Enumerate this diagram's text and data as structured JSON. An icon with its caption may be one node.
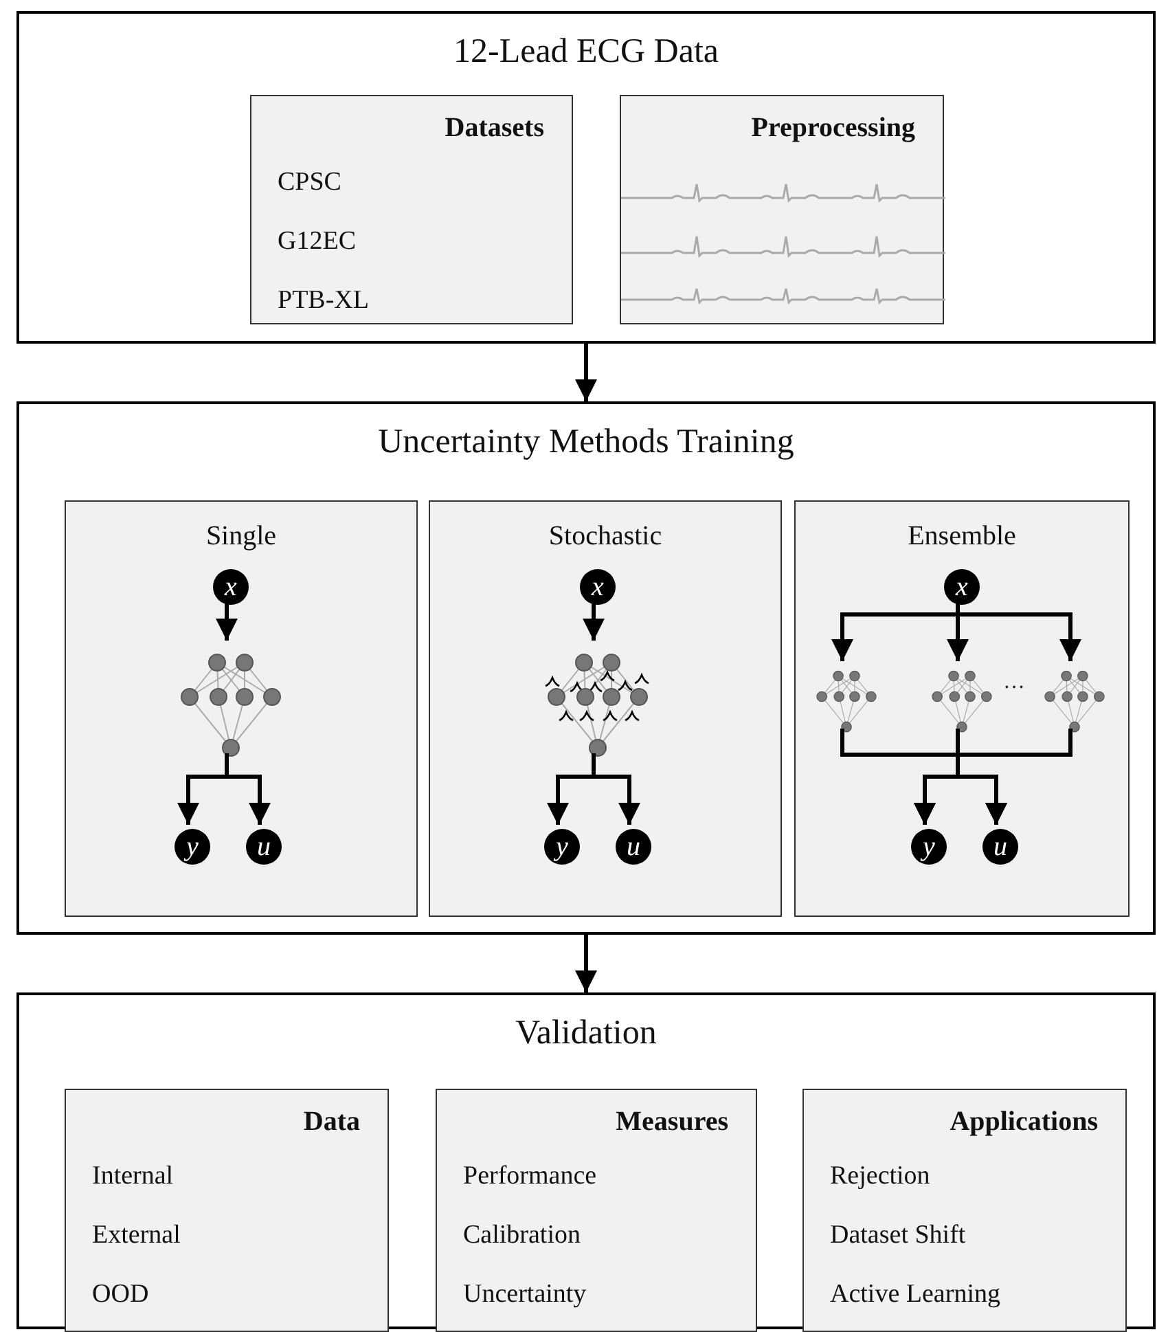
{
  "diagram": {
    "nodes": [
      {
        "text": [
          "12-Lead ECG Data"
        ]
      },
      {
        "text": [
          "Datasets",
          "CPSC",
          "G12EC",
          "PTB-XL"
        ],
        "in": 0
      },
      {
        "text": [
          "Preprocessing"
        ],
        "in": 0
      },
      {
        "text": [
          "Uncertainty Methods Training"
        ]
      },
      {
        "text": [
          "Single"
        ],
        "in": 3
      },
      {
        "text": [
          "x"
        ],
        "in": 4
      },
      {
        "text": [],
        "shape": "picture",
        "in": 4
      },
      {
        "text": [
          "y"
        ],
        "in": 4
      },
      {
        "text": [
          "u"
        ],
        "in": 4
      },
      {
        "text": [
          "Stochastic"
        ],
        "in": 3
      },
      {
        "text": [
          "x"
        ],
        "in": 9
      },
      {
        "text": [],
        "shape": "picture",
        "in": 9
      },
      {
        "text": [
          "y"
        ],
        "in": 9
      },
      {
        "text": [
          "u"
        ],
        "in": 9
      },
      {
        "text": [
          "Ensemble"
        ],
        "in": 3
      },
      {
        "text": [
          "x"
        ],
        "in": 14
      },
      {
        "text": [],
        "shape": "picture",
        "in": 14
      },
      {
        "text": [],
        "shape": "picture",
        "in": 14
      },
      {
        "text": [],
        "shape": "picture",
        "in": 14
      },
      {
        "text": [
          "y"
        ],
        "in": 14
      },
      {
        "text": [
          "u"
        ],
        "in": 14
      },
      {
        "text": [
          "Validation"
        ]
      },
      {
        "text": [
          "Data",
          "Internal",
          "External",
          "OOD"
        ],
        "in": 21
      },
      {
        "text": [
          "Measures",
          "Performance",
          "Calibration",
          "Uncertainty"
        ],
        "in": 21
      },
      {
        "text": [
          "Applications",
          "Rejection",
          "Dataset Shift",
          "Active Learning"
        ],
        "in": 21
      }
    ],
    "edges": [
      {
        "from": 0,
        "to": 3,
        "arrow": "to"
      },
      {
        "from": 3,
        "to": 21,
        "arrow": "to"
      },
      {
        "from": 5,
        "to": 6,
        "arrow": "to"
      },
      {
        "from": 6,
        "to": 7,
        "arrow": "to"
      },
      {
        "from": 6,
        "to": 8,
        "arrow": "to"
      },
      {
        "from": 10,
        "to": 11,
        "arrow": "to"
      },
      {
        "from": 11,
        "to": 12,
        "arrow": "to"
      },
      {
        "from": 11,
        "to": 13,
        "arrow": "to"
      },
      {
        "from": 15,
        "to": 16,
        "arrow": "to"
      },
      {
        "from": 15,
        "to": 17,
        "arrow": "to"
      },
      {
        "from": 15,
        "to": 18,
        "arrow": "to"
      },
      {
        "from": 16,
        "to": 19,
        "arrow": "to"
      },
      {
        "from": 16,
        "to": 20,
        "arrow": "to"
      },
      {
        "from": 17,
        "to": 19,
        "arrow": "to"
      },
      {
        "from": 17,
        "to": 20,
        "arrow": "to"
      },
      {
        "from": 18,
        "to": 19,
        "arrow": "to"
      },
      {
        "from": 18,
        "to": 20,
        "arrow": "to"
      }
    ],
    "labels": [
      "···"
    ]
  }
}
